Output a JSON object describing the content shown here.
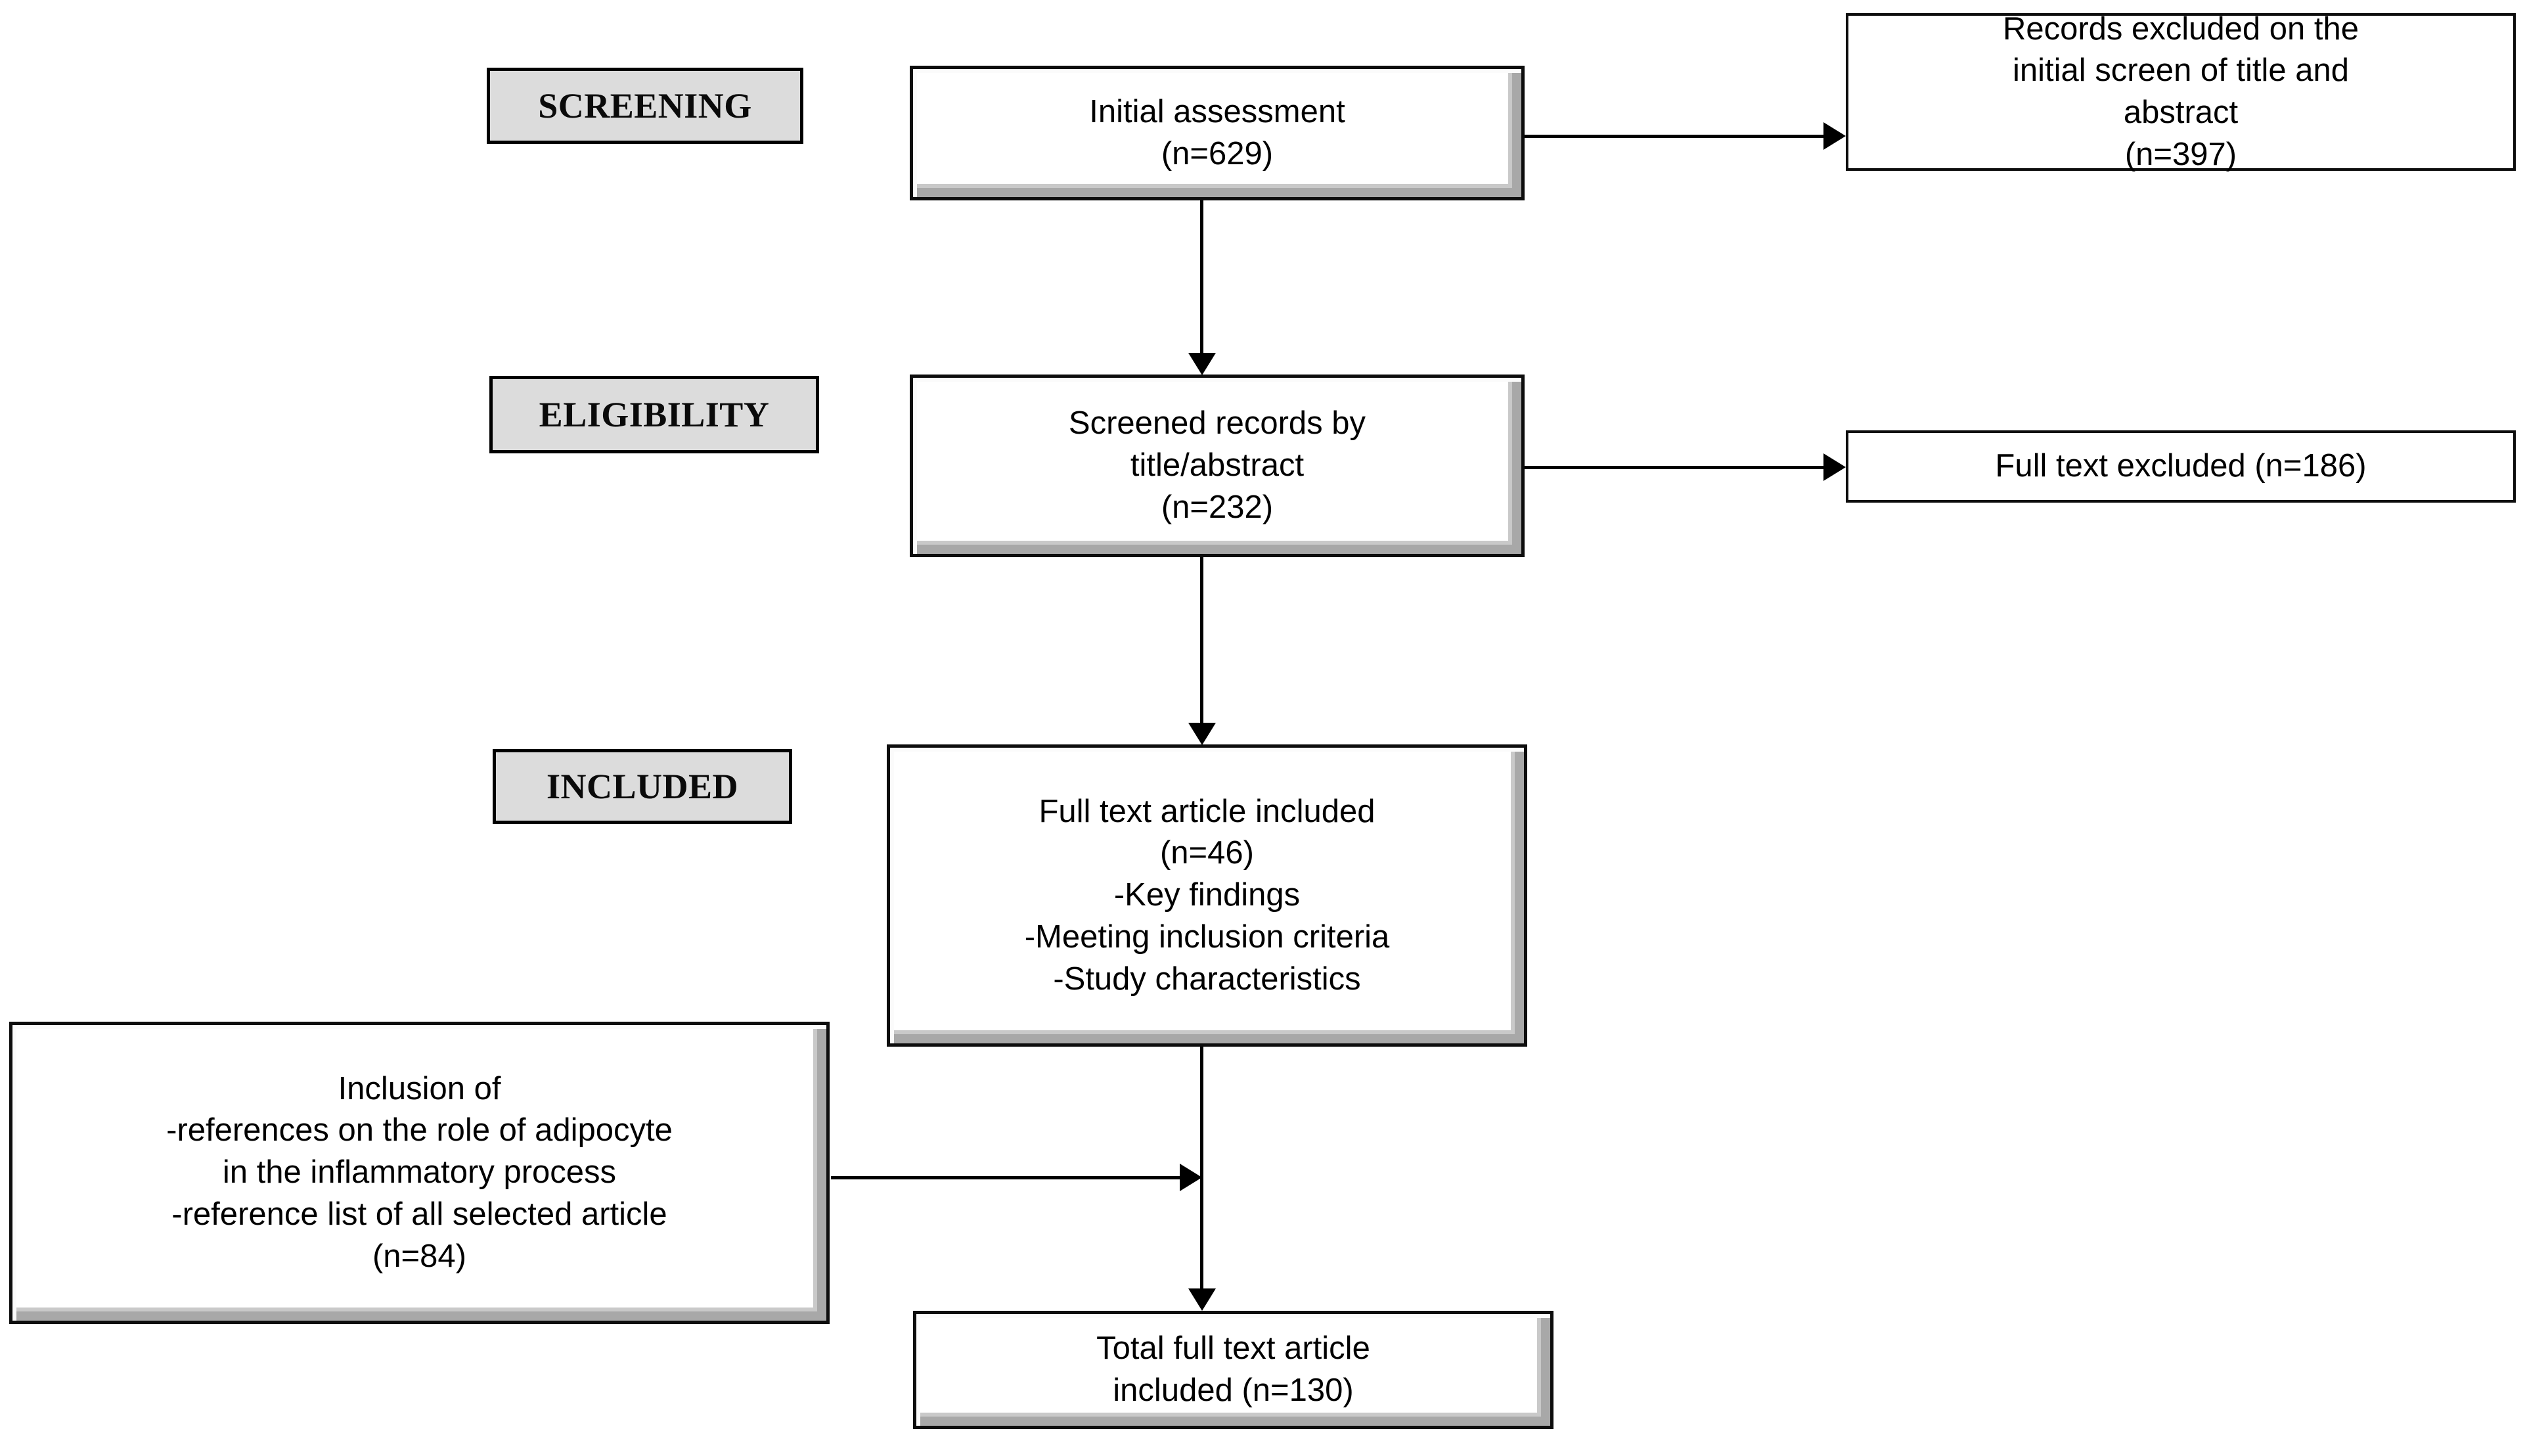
{
  "diagram": {
    "title": "PRISMA study selection flow diagram",
    "colors": {
      "stage_label_bg": "#dcdcdc",
      "box_fill": "#ffffff",
      "line": "#000000",
      "bevel_shadow": "#a8a8a8",
      "bevel_highlight": "#fbfbfb"
    },
    "stages": [
      {
        "id": "screening",
        "label": "SCREENING"
      },
      {
        "id": "eligibility",
        "label": "ELIGIBILITY"
      },
      {
        "id": "included",
        "label": "INCLUDED"
      }
    ],
    "boxes": {
      "initial_assessment": {
        "text": "Initial assessment\n(n=629)",
        "n": 629,
        "style": "beveled"
      },
      "records_excluded": {
        "text": "Records excluded on the\ninitial screen of title and\nabstract\n(n=397)",
        "n": 397,
        "style": "plain"
      },
      "screened_records": {
        "text": "Screened records by\ntitle/abstract\n(n=232)",
        "n": 232,
        "style": "beveled"
      },
      "full_text_excluded": {
        "text": "Full text excluded (n=186)",
        "n": 186,
        "style": "plain"
      },
      "full_text_included": {
        "text": "Full text article included\n(n=46)\n-Key findings\n-Meeting inclusion criteria\n-Study characteristics",
        "n": 46,
        "style": "beveled"
      },
      "inclusion_of": {
        "text": "Inclusion of\n-references on the role of adipocyte\nin the inflammatory process\n-reference list of all selected article\n(n=84)",
        "n": 84,
        "style": "beveled"
      },
      "total_included": {
        "text": "Total full text article\nincluded (n=130)",
        "n": 130,
        "style": "beveled"
      }
    },
    "connectors": [
      {
        "id": "initial-to-excluded",
        "from": "initial_assessment",
        "to": "records_excluded",
        "direction": "right"
      },
      {
        "id": "initial-to-screened",
        "from": "initial_assessment",
        "to": "screened_records",
        "direction": "down"
      },
      {
        "id": "screened-to-fulltext-excl",
        "from": "screened_records",
        "to": "full_text_excluded",
        "direction": "right"
      },
      {
        "id": "screened-to-included",
        "from": "screened_records",
        "to": "full_text_included",
        "direction": "down"
      },
      {
        "id": "inclusion-to-trunk",
        "from": "inclusion_of",
        "to": "total_included",
        "direction": "right"
      },
      {
        "id": "included-to-total",
        "from": "full_text_included",
        "to": "total_included",
        "direction": "down"
      }
    ]
  }
}
